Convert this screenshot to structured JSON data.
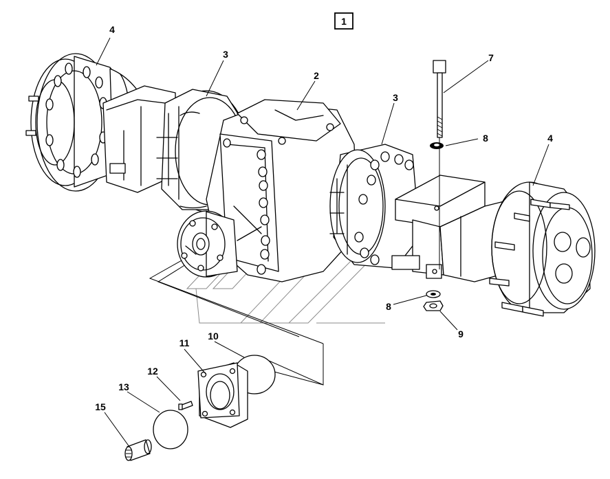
{
  "figure": {
    "sheet_number": "1",
    "callouts": [
      {
        "id": "4-left",
        "text": "4"
      },
      {
        "id": "3-left",
        "text": "3"
      },
      {
        "id": "2",
        "text": "2"
      },
      {
        "id": "3-right",
        "text": "3"
      },
      {
        "id": "7",
        "text": "7"
      },
      {
        "id": "8-top",
        "text": "8"
      },
      {
        "id": "4-right",
        "text": "4"
      },
      {
        "id": "8-bottom",
        "text": "8"
      },
      {
        "id": "9",
        "text": "9"
      },
      {
        "id": "10",
        "text": "10"
      },
      {
        "id": "11",
        "text": "11"
      },
      {
        "id": "12",
        "text": "12"
      },
      {
        "id": "13",
        "text": "13"
      },
      {
        "id": "15",
        "text": "15"
      }
    ]
  }
}
